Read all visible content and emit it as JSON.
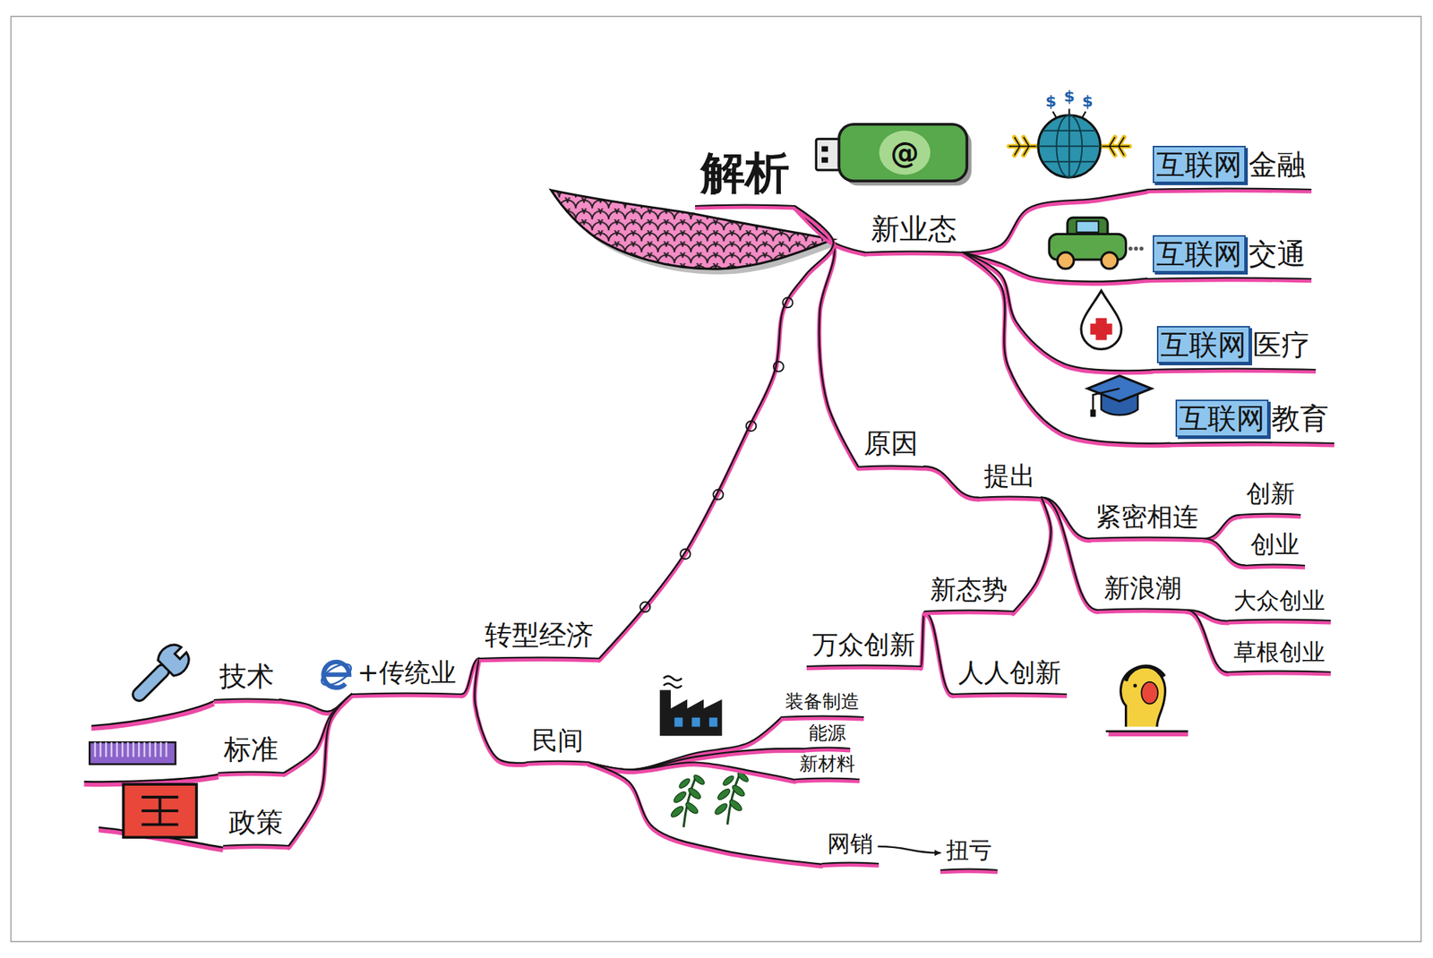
{
  "diagram": {
    "nodes": [
      {
        "text": [
          "解析"
        ]
      },
      {
        "text": [
          "新业态"
        ]
      },
      {
        "text": [
          "互联网",
          "金融"
        ]
      },
      {
        "text": [
          "互联网",
          "交通"
        ]
      },
      {
        "text": [
          "互联网",
          "医疗"
        ]
      },
      {
        "text": [
          "互联网",
          "教育"
        ]
      },
      {
        "text": [
          "原因"
        ]
      },
      {
        "text": [
          "提出"
        ]
      },
      {
        "text": [
          "紧密相连"
        ]
      },
      {
        "text": [
          "创新"
        ]
      },
      {
        "text": [
          "创业"
        ]
      },
      {
        "text": [
          "新浪潮"
        ]
      },
      {
        "text": [
          "大众创业"
        ]
      },
      {
        "text": [
          "草根创业"
        ]
      },
      {
        "text": [
          "新态势"
        ]
      },
      {
        "text": [
          "万众创新"
        ]
      },
      {
        "text": [
          "人人创新"
        ]
      },
      {
        "text": [
          "转型经济"
        ]
      },
      {
        "text": [
          "+传统业"
        ]
      },
      {
        "text": [
          "技术"
        ]
      },
      {
        "text": [
          "标准"
        ]
      },
      {
        "text": [
          "政策"
        ]
      },
      {
        "text": [
          "民间"
        ]
      },
      {
        "text": [
          "装备制造"
        ]
      },
      {
        "text": [
          "能源"
        ]
      },
      {
        "text": [
          "新材料"
        ]
      },
      {
        "text": [
          "网销"
        ]
      },
      {
        "text": [
          "扭亏"
        ]
      }
    ],
    "edges": [
      {
        "from": 0,
        "to": 1,
        "arrow": "none"
      },
      {
        "from": 1,
        "to": 2,
        "arrow": "none"
      },
      {
        "from": 1,
        "to": 3,
        "arrow": "none"
      },
      {
        "from": 1,
        "to": 4,
        "arrow": "none"
      },
      {
        "from": 1,
        "to": 5,
        "arrow": "none"
      },
      {
        "from": 0,
        "to": 6,
        "arrow": "none"
      },
      {
        "from": 6,
        "to": 7,
        "arrow": "none"
      },
      {
        "from": 7,
        "to": 8,
        "arrow": "none"
      },
      {
        "from": 8,
        "to": 9,
        "arrow": "none"
      },
      {
        "from": 8,
        "to": 10,
        "arrow": "none"
      },
      {
        "from": 7,
        "to": 11,
        "arrow": "none"
      },
      {
        "from": 11,
        "to": 12,
        "arrow": "none"
      },
      {
        "from": 11,
        "to": 13,
        "arrow": "none"
      },
      {
        "from": 7,
        "to": 14,
        "arrow": "none"
      },
      {
        "from": 14,
        "to": 15,
        "arrow": "none"
      },
      {
        "from": 14,
        "to": 16,
        "arrow": "none"
      },
      {
        "from": 0,
        "to": 17,
        "arrow": "none"
      },
      {
        "from": 17,
        "to": 18,
        "arrow": "none"
      },
      {
        "from": 18,
        "to": 19,
        "arrow": "none"
      },
      {
        "from": 18,
        "to": 20,
        "arrow": "none"
      },
      {
        "from": 18,
        "to": 21,
        "arrow": "none"
      },
      {
        "from": 17,
        "to": 22,
        "arrow": "none"
      },
      {
        "from": 22,
        "to": 23,
        "arrow": "none"
      },
      {
        "from": 22,
        "to": 24,
        "arrow": "none"
      },
      {
        "from": 22,
        "to": 25,
        "arrow": "none"
      },
      {
        "from": 22,
        "to": 26,
        "arrow": "none"
      },
      {
        "from": 26,
        "to": 27,
        "arrow": "to"
      }
    ],
    "labels": [
      "@",
      "$",
      "$",
      "$"
    ]
  }
}
